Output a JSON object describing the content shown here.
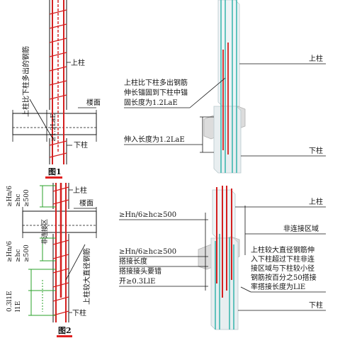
{
  "figure1": {
    "caption": "图1",
    "upper_column": "上柱",
    "lower_column": "下柱",
    "floor": "楼面",
    "anchor_length": "≥1.2LaE",
    "extra_bars_note": "上柱比下柱多出的钢筋"
  },
  "figure2": {
    "caption": "图2",
    "upper_column": "上柱",
    "lower_column": "下柱",
    "floor": "楼面",
    "dim_top": "≥Hn/6",
    "dim_hc": "≥hc",
    "dim_500": "≥500",
    "non_splice_zone": "非连接区",
    "splice_formula_1": "0.3l1E",
    "splice_formula_2": "l1E",
    "larger_bars_note": "上柱较大直径钢筋"
  },
  "render1": {
    "upper_column": "上柱",
    "lower_column": "下柱",
    "note_line1": "上柱比下柱多出钢筋",
    "note_line2": "伸长锚固到下柱中锚",
    "note_line3": "固长度为1.2LaE",
    "insert_length": "伸入长度为1.2LaE"
  },
  "render2": {
    "upper_column": "上柱",
    "lower_column": "下柱",
    "dim_label_top": "≥Hn/6≥hc≥500",
    "non_splice_zone": "非连接区域",
    "dim_label_mid": "≥Hn/6≥hc≥500",
    "splice_length": "搭接长度",
    "splice_stagger_1": "搭接接头要错",
    "splice_stagger_2": "开≥0.3LlE",
    "note_line1": "上柱较大直径钢筋伸",
    "note_line2": "入下柱超过下柱非连",
    "note_line3": "接区域与下柱较小径",
    "note_line4": "钢筋按百分之50搭接",
    "note_line5": "率搭接长度为LlE"
  },
  "colors": {
    "rebar": "#d42020",
    "teal": "#3fb7b0",
    "concrete": "#d8d8d8",
    "green": "#2aa02a",
    "underline": "#e02020"
  }
}
